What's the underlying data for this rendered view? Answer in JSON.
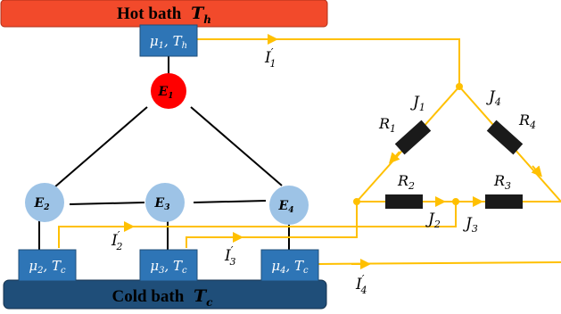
{
  "hot_bath": {
    "label": "Hot bath",
    "temp_symbol": "T",
    "temp_sub": "h",
    "color": "#f24a2b"
  },
  "cold_bath": {
    "label": "Cold bath",
    "temp_symbol": "T",
    "temp_sub": "c",
    "color": "#1f4e79"
  },
  "reservoirs": [
    {
      "mu": "μ",
      "mu_sub": "1",
      "T": "T",
      "T_sub": "h"
    },
    {
      "mu": "μ",
      "mu_sub": "2",
      "T": "T",
      "T_sub": "c"
    },
    {
      "mu": "μ",
      "mu_sub": "3",
      "T": "T",
      "T_sub": "c"
    },
    {
      "mu": "μ",
      "mu_sub": "4",
      "T": "T",
      "T_sub": "c"
    }
  ],
  "levels": [
    {
      "sym": "E",
      "sub": "1"
    },
    {
      "sym": "E",
      "sub": "2"
    },
    {
      "sym": "E",
      "sub": "3"
    },
    {
      "sym": "E",
      "sub": "4"
    }
  ],
  "currents": [
    {
      "sym": "I",
      "prime": "′",
      "sub": "1"
    },
    {
      "sym": "I",
      "prime": "′",
      "sub": "2"
    },
    {
      "sym": "I",
      "prime": "′",
      "sub": "3"
    },
    {
      "sym": "I",
      "prime": "′",
      "sub": "4"
    }
  ],
  "resistors": [
    {
      "sym": "R",
      "sub": "1"
    },
    {
      "sym": "R",
      "sub": "2"
    },
    {
      "sym": "R",
      "sub": "3"
    },
    {
      "sym": "R",
      "sub": "4"
    }
  ],
  "branch_currents": [
    {
      "sym": "J",
      "sub": "1"
    },
    {
      "sym": "J",
      "sub": "2"
    },
    {
      "sym": "J",
      "sub": "3"
    },
    {
      "sym": "J",
      "sub": "4"
    }
  ],
  "colors": {
    "reservoir_box": "#2e75b6",
    "level_hot": "#ff0000",
    "level_cold": "#9dc3e6",
    "wire": "#ffc000",
    "resistor": "#1a1a1a"
  }
}
